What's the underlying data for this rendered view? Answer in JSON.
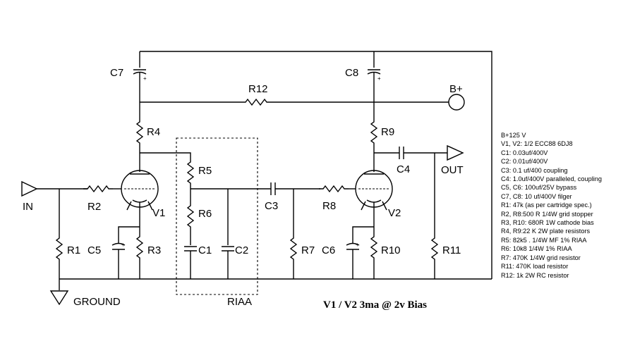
{
  "labels": {
    "IN": "IN",
    "OUT": "OUT",
    "GROUND": "GROUND",
    "RIAA": "RIAA",
    "Bplus": "B+",
    "R1": "R1",
    "R2": "R2",
    "R3": "R3",
    "R4": "R4",
    "R5": "R5",
    "R6": "R6",
    "R7": "R7",
    "R8": "R8",
    "R9": "R9",
    "R10": "R10",
    "R11": "R11",
    "R12": "R12",
    "C1": "C1",
    "C2": "C2",
    "C3": "C3",
    "C4": "C4",
    "C5": "C5",
    "C6": "C6",
    "C7": "C7",
    "C8": "C8",
    "V1": "V1",
    "V2": "V2",
    "plus": "+"
  },
  "bias_note": "V1 / V2 3ma @ 2v Bias",
  "parts_list": [
    "B+125 V",
    "V1, V2: 1/2 ECC88 6DJ8",
    "C1: 0.03uf/400V",
    "C2: 0.01uf/400V",
    "C3:  0.1 uf/400 coupling",
    "C4:     1.0uf/400V paralleled, coupling",
    "C5, C6: 100uf/25V bypass",
    "C7, C8: 10 uf/400V filger",
    "R1: 47k (as per cartridge spec.)",
    "R2, R8:500 R 1/4W grid stopper",
    "R3, R10: 680R 1W cathode bias",
    "R4, R9:22 K 2W plate resistors",
    "R5: 82k5 . 1/4W MF 1% RIAA",
    "R6: 10k8 1/4W 1% RIAA",
    "R7: 470K 1/4W grid resistor",
    "R11: 470K load resistor",
    "R12: 1k 2W RC resistor"
  ]
}
